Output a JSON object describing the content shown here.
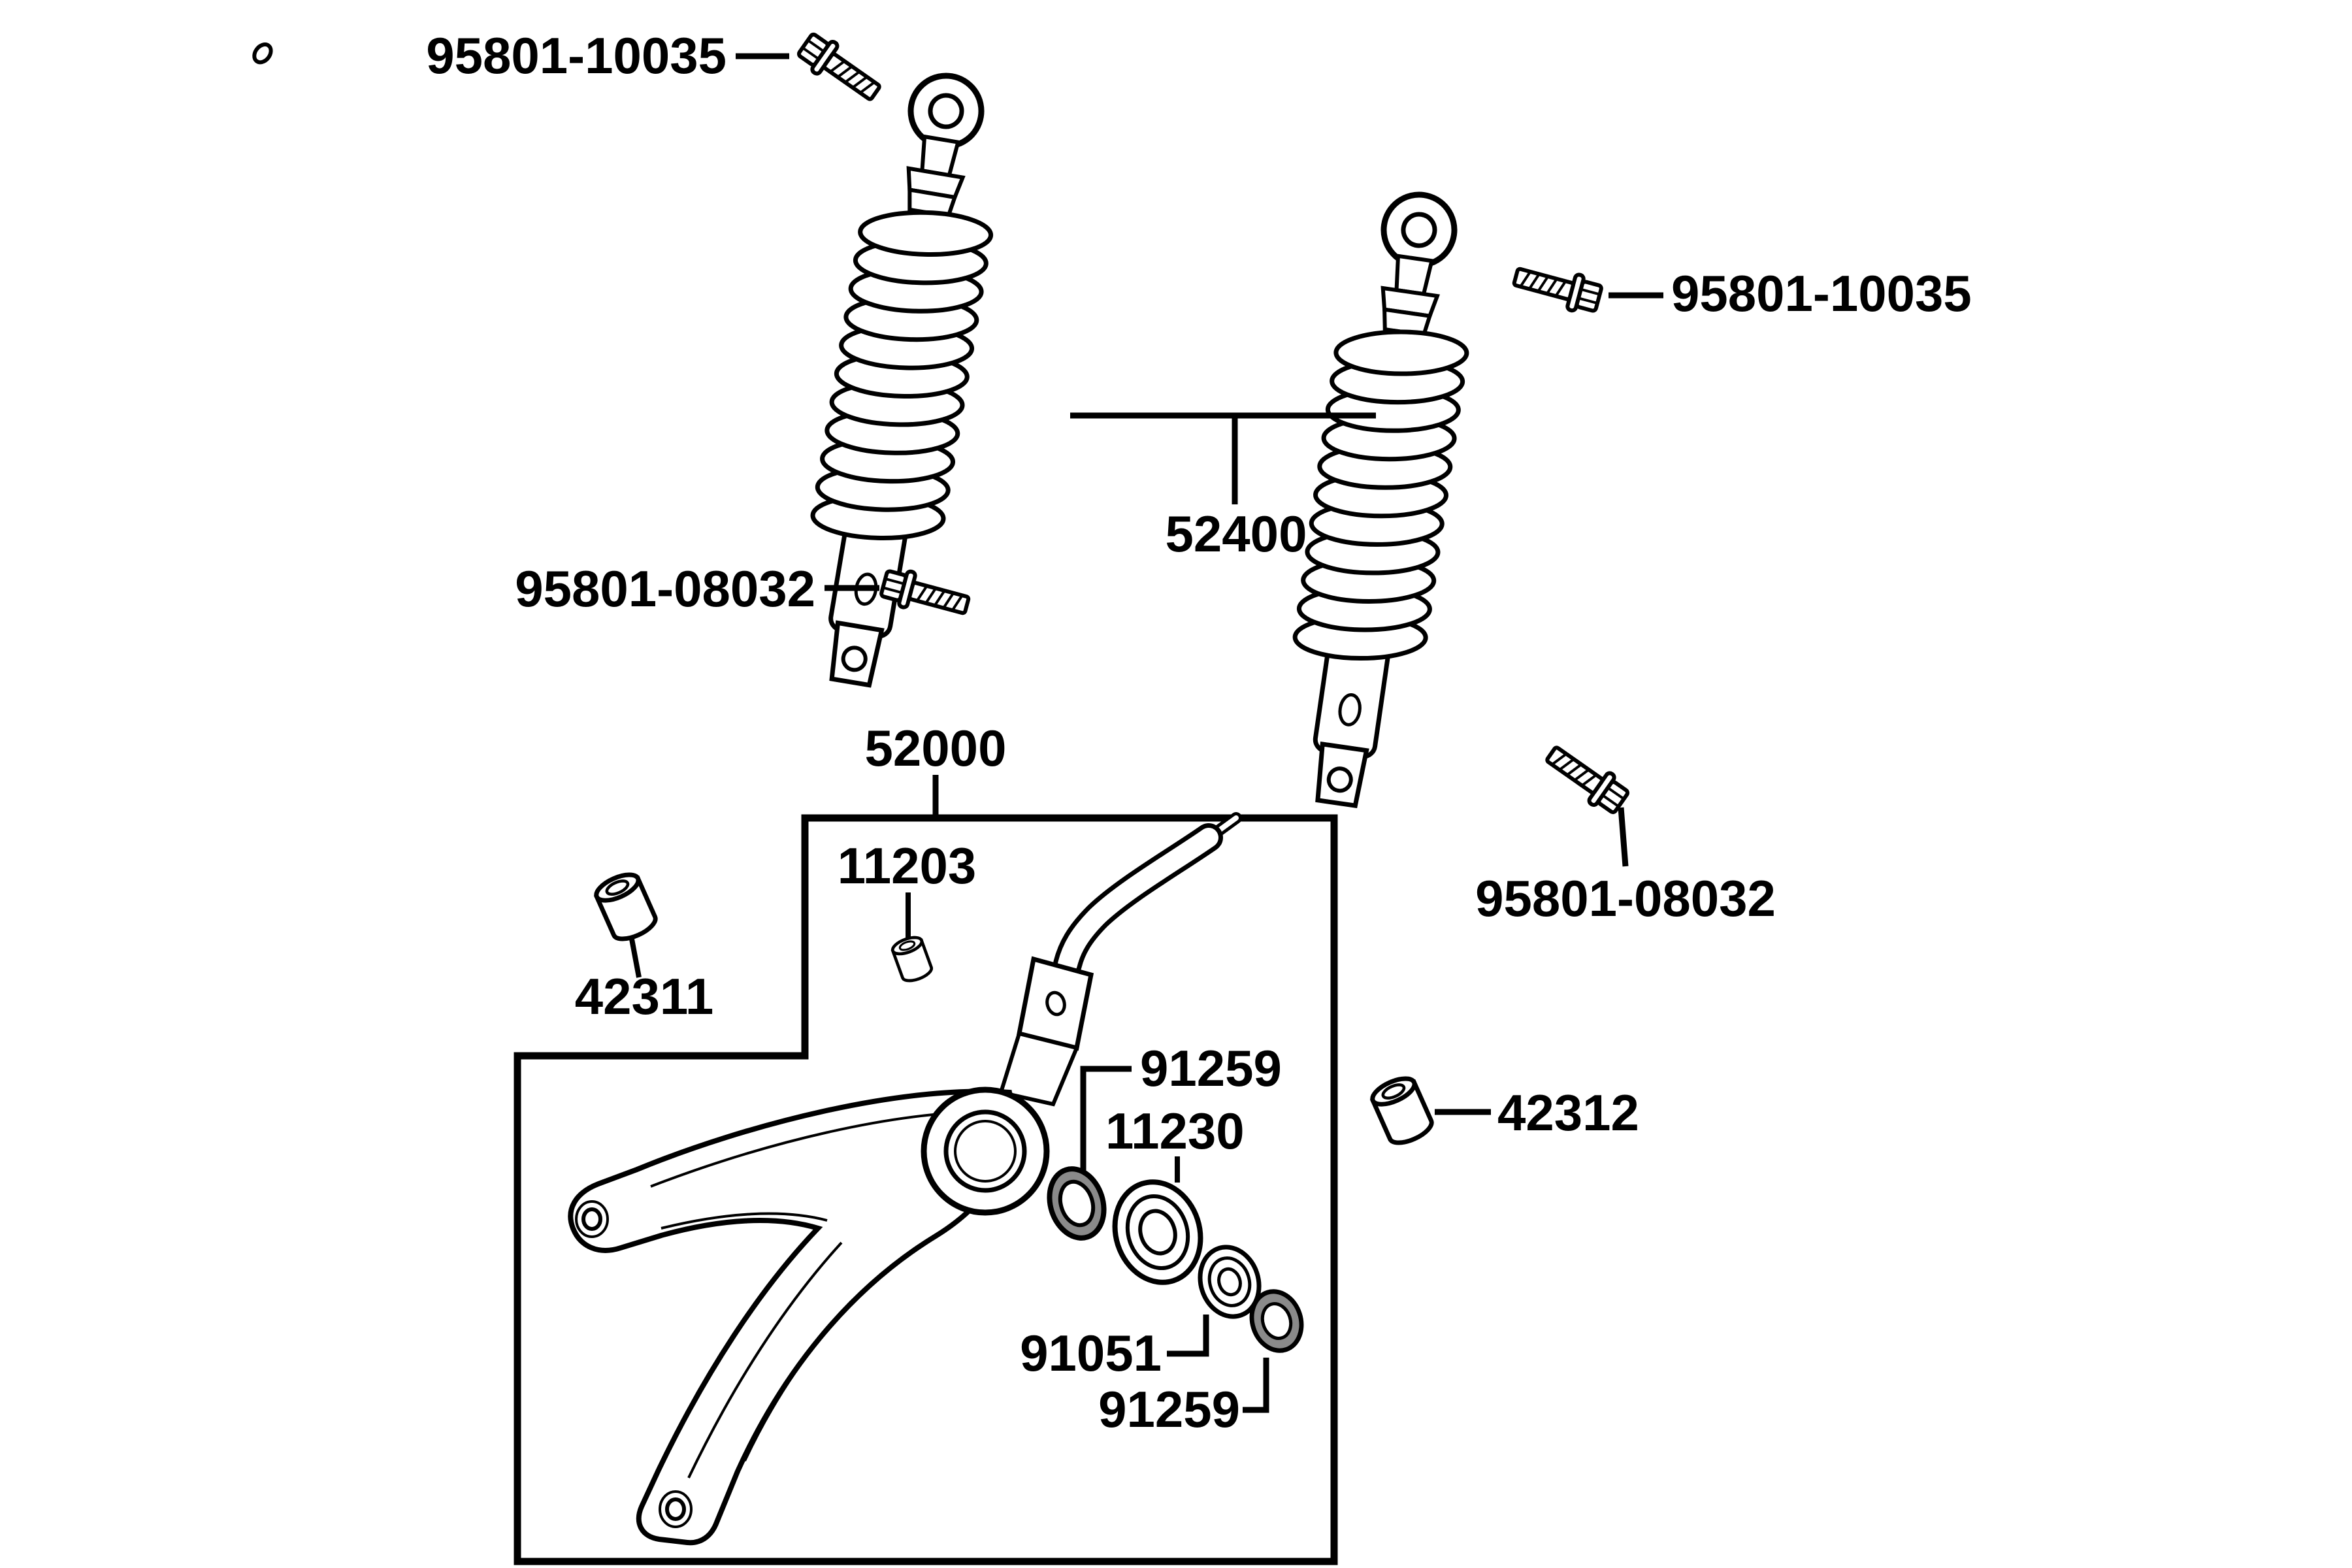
{
  "diagram": {
    "background_color": "#ffffff",
    "line_color": "#000000",
    "labels": {
      "bolt_top_left": "95801-10035",
      "bolt_top_right": "95801-10035",
      "bolt_mid_left": "95801-08032",
      "bolt_bottom_right": "95801-08032",
      "shock_absorber_pair": "52400",
      "swing_arm_assembly": "52000",
      "pivot_bushing_small": "11203",
      "bushing_left": "42311",
      "bushing_right": "42312",
      "seal_upper": "91259",
      "bearing_large": "11230",
      "bearing_small": "91051",
      "seal_lower": "91259"
    },
    "icons": {
      "shock_absorber": "shock-absorber-icon",
      "flange_bolt": "flange-bolt-icon",
      "bushing": "bushing-icon",
      "bearing": "bearing-icon",
      "oil_seal": "oil-seal-icon",
      "swing_arm": "swing-arm-icon"
    }
  }
}
